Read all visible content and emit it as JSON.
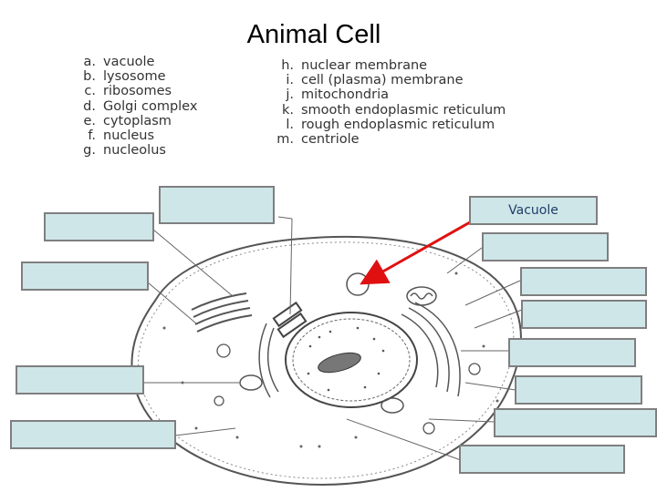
{
  "title": "Animal Cell",
  "legend_left": [
    {
      "letter": "a.",
      "term": "vacuole"
    },
    {
      "letter": "b.",
      "term": "lysosome"
    },
    {
      "letter": "c.",
      "term": "ribosomes"
    },
    {
      "letter": "d.",
      "term": "Golgi complex"
    },
    {
      "letter": "e.",
      "term": "cytoplasm"
    },
    {
      "letter": "f.",
      "term": "nucleus"
    },
    {
      "letter": "g.",
      "term": "nucleolus"
    }
  ],
  "legend_right": [
    {
      "letter": "h.",
      "term": "nuclear membrane"
    },
    {
      "letter": "i.",
      "term": "cell (plasma) membrane"
    },
    {
      "letter": "j.",
      "term": "mitochondria"
    },
    {
      "letter": "k.",
      "term": "smooth endoplasmic reticulum"
    },
    {
      "letter": "l.",
      "term": "rough endoplasmic reticulum"
    },
    {
      "letter": "m.",
      "term": "centriole"
    }
  ],
  "label_boxes": [
    {
      "id": "top-center",
      "text": ""
    },
    {
      "id": "left-1",
      "text": ""
    },
    {
      "id": "left-2",
      "text": ""
    },
    {
      "id": "left-3",
      "text": ""
    },
    {
      "id": "left-4",
      "text": ""
    },
    {
      "id": "vacuole",
      "text": "Vacuole"
    },
    {
      "id": "right-2",
      "text": ""
    },
    {
      "id": "right-3",
      "text": ""
    },
    {
      "id": "right-4",
      "text": ""
    },
    {
      "id": "right-5",
      "text": ""
    },
    {
      "id": "right-6",
      "text": ""
    },
    {
      "id": "right-7",
      "text": ""
    },
    {
      "id": "right-8",
      "text": ""
    }
  ],
  "colors": {
    "box_fill": "#cfe6e9",
    "box_border": "#7f7f7f",
    "arrow": "#e01010",
    "line_art": "#444444"
  }
}
